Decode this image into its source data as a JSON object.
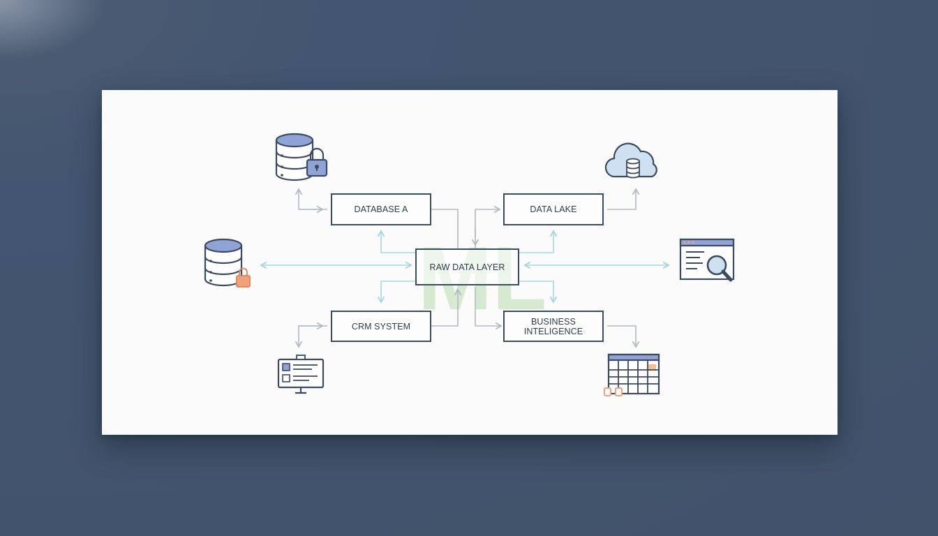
{
  "diagram": {
    "nodes": {
      "database_a": "DATABASE A",
      "data_lake": "DATA LAKE",
      "raw_data_layer": "RAW DATA LAYER",
      "crm_system": "CRM SYSTEM",
      "business_intelligence": "BUSINESS INTELIGENCE"
    },
    "watermark": "ML",
    "icons": [
      "locked-database-icon",
      "cloud-database-icon",
      "secure-database-icon",
      "search-report-icon",
      "dashboard-monitor-icon",
      "calendar-grid-icon"
    ]
  },
  "colors": {
    "background": "#42526b",
    "card": "#fbfbfb",
    "node_border": "#3b4a5e",
    "arrow_gray": "#b4b9c0",
    "arrow_light_blue": "#a8d8ea",
    "icon_blue": "#8fa3d6",
    "icon_orange": "#f2a07a",
    "watermark_green": "#cfe8c9"
  }
}
